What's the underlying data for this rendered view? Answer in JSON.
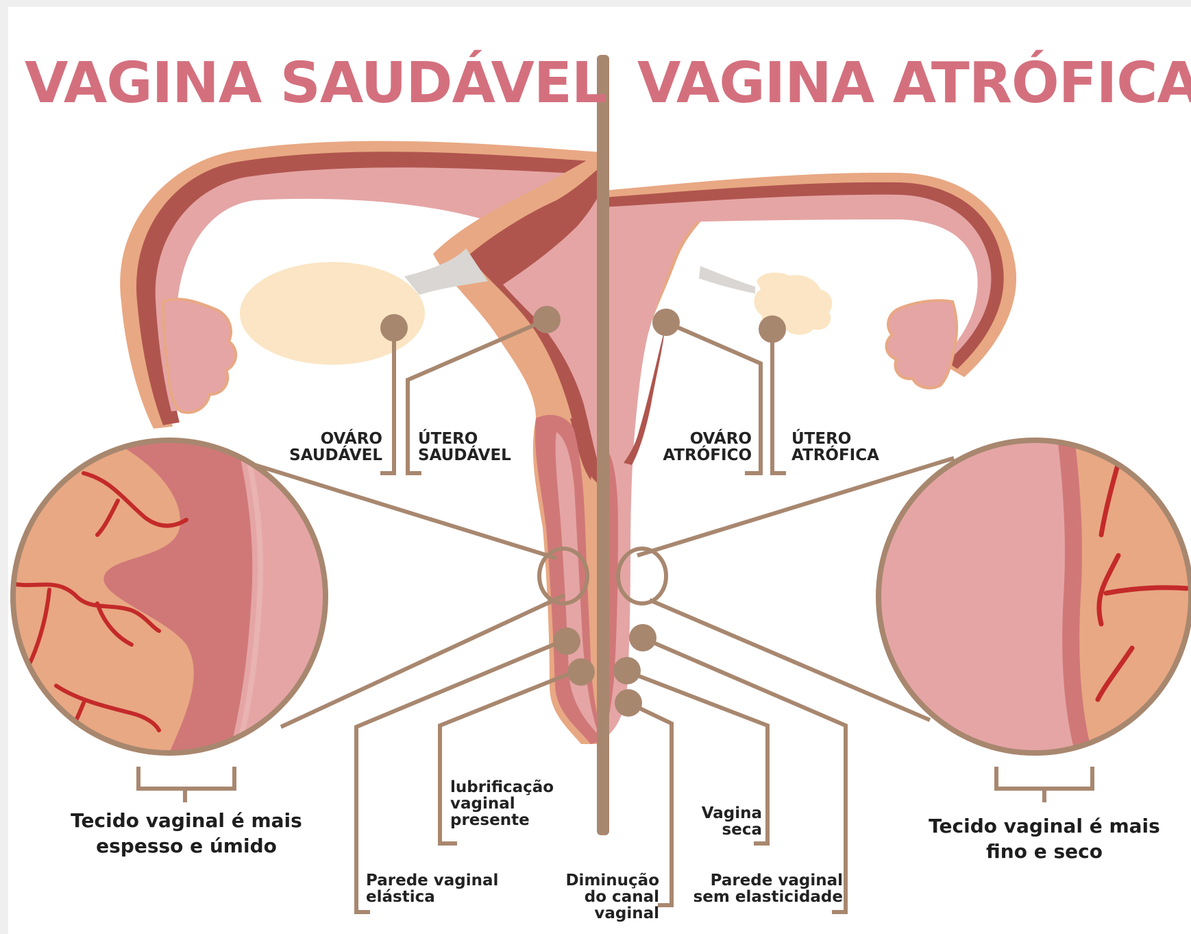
{
  "titles": {
    "left": "VAGINA SAUDÁVEL",
    "right": "VAGINA ATRÓFICA"
  },
  "healthy": {
    "ovary_label": [
      "OVÁRO",
      "SAUDÁVEL"
    ],
    "uterus_label": [
      "ÚTERO",
      "SAUDÁVEL"
    ],
    "tissue_caption": [
      "Tecido vaginal é mais",
      "espesso e úmido"
    ],
    "lubrication_label": [
      "lubrificação",
      "vaginal",
      "presente"
    ],
    "wall_label": [
      "Parede vaginal",
      "elástica"
    ]
  },
  "atrophic": {
    "ovary_label": [
      "OVÁRO",
      "ATRÓFICO"
    ],
    "uterus_label": [
      "ÚTERO",
      "ATRÓFICA"
    ],
    "tissue_caption": [
      "Tecido vaginal é mais",
      "fino e seco"
    ],
    "dry_label": [
      "Vagina",
      "seca"
    ],
    "canal_label": [
      "Diminução",
      "do canal",
      "vaginal"
    ],
    "wall_label": [
      "Parede vaginal",
      "sem elasticidade"
    ]
  },
  "colors": {
    "title": "#d4707e",
    "divider": "#a8876f",
    "outer_tissue": "#e8a883",
    "muscle": "#b0554e",
    "inner_pink": "#e5a5a5",
    "ovary_healthy": "#fbe5c4",
    "blood_vessel": "#c42a2a"
  }
}
